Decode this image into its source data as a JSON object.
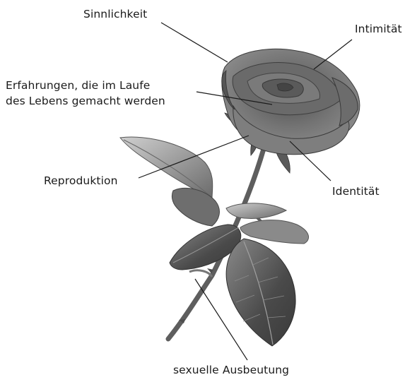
{
  "labels": {
    "sinnlichkeit": "Sinnlichkeit",
    "intimitaet": "Intimität",
    "erfahrungen_line1": "Erfahrungen, die im Laufe",
    "erfahrungen_line2": "des Lebens gemacht werden",
    "reproduktion": "Reproduktion",
    "identitaet": "Identität",
    "ausbeutung": "sexuelle Ausbeutung"
  },
  "colors": {
    "line": "#1a1a1a",
    "text": "#1a1a1a",
    "petal_dark": "#5a5a5a",
    "petal_mid": "#7c7c7c",
    "petal_light": "#9a9a9a",
    "leaf_dark": "#3f3f3f",
    "leaf_mid": "#6e6e6e",
    "leaf_light": "#a6a6a6",
    "stem": "#5e5e5e"
  }
}
